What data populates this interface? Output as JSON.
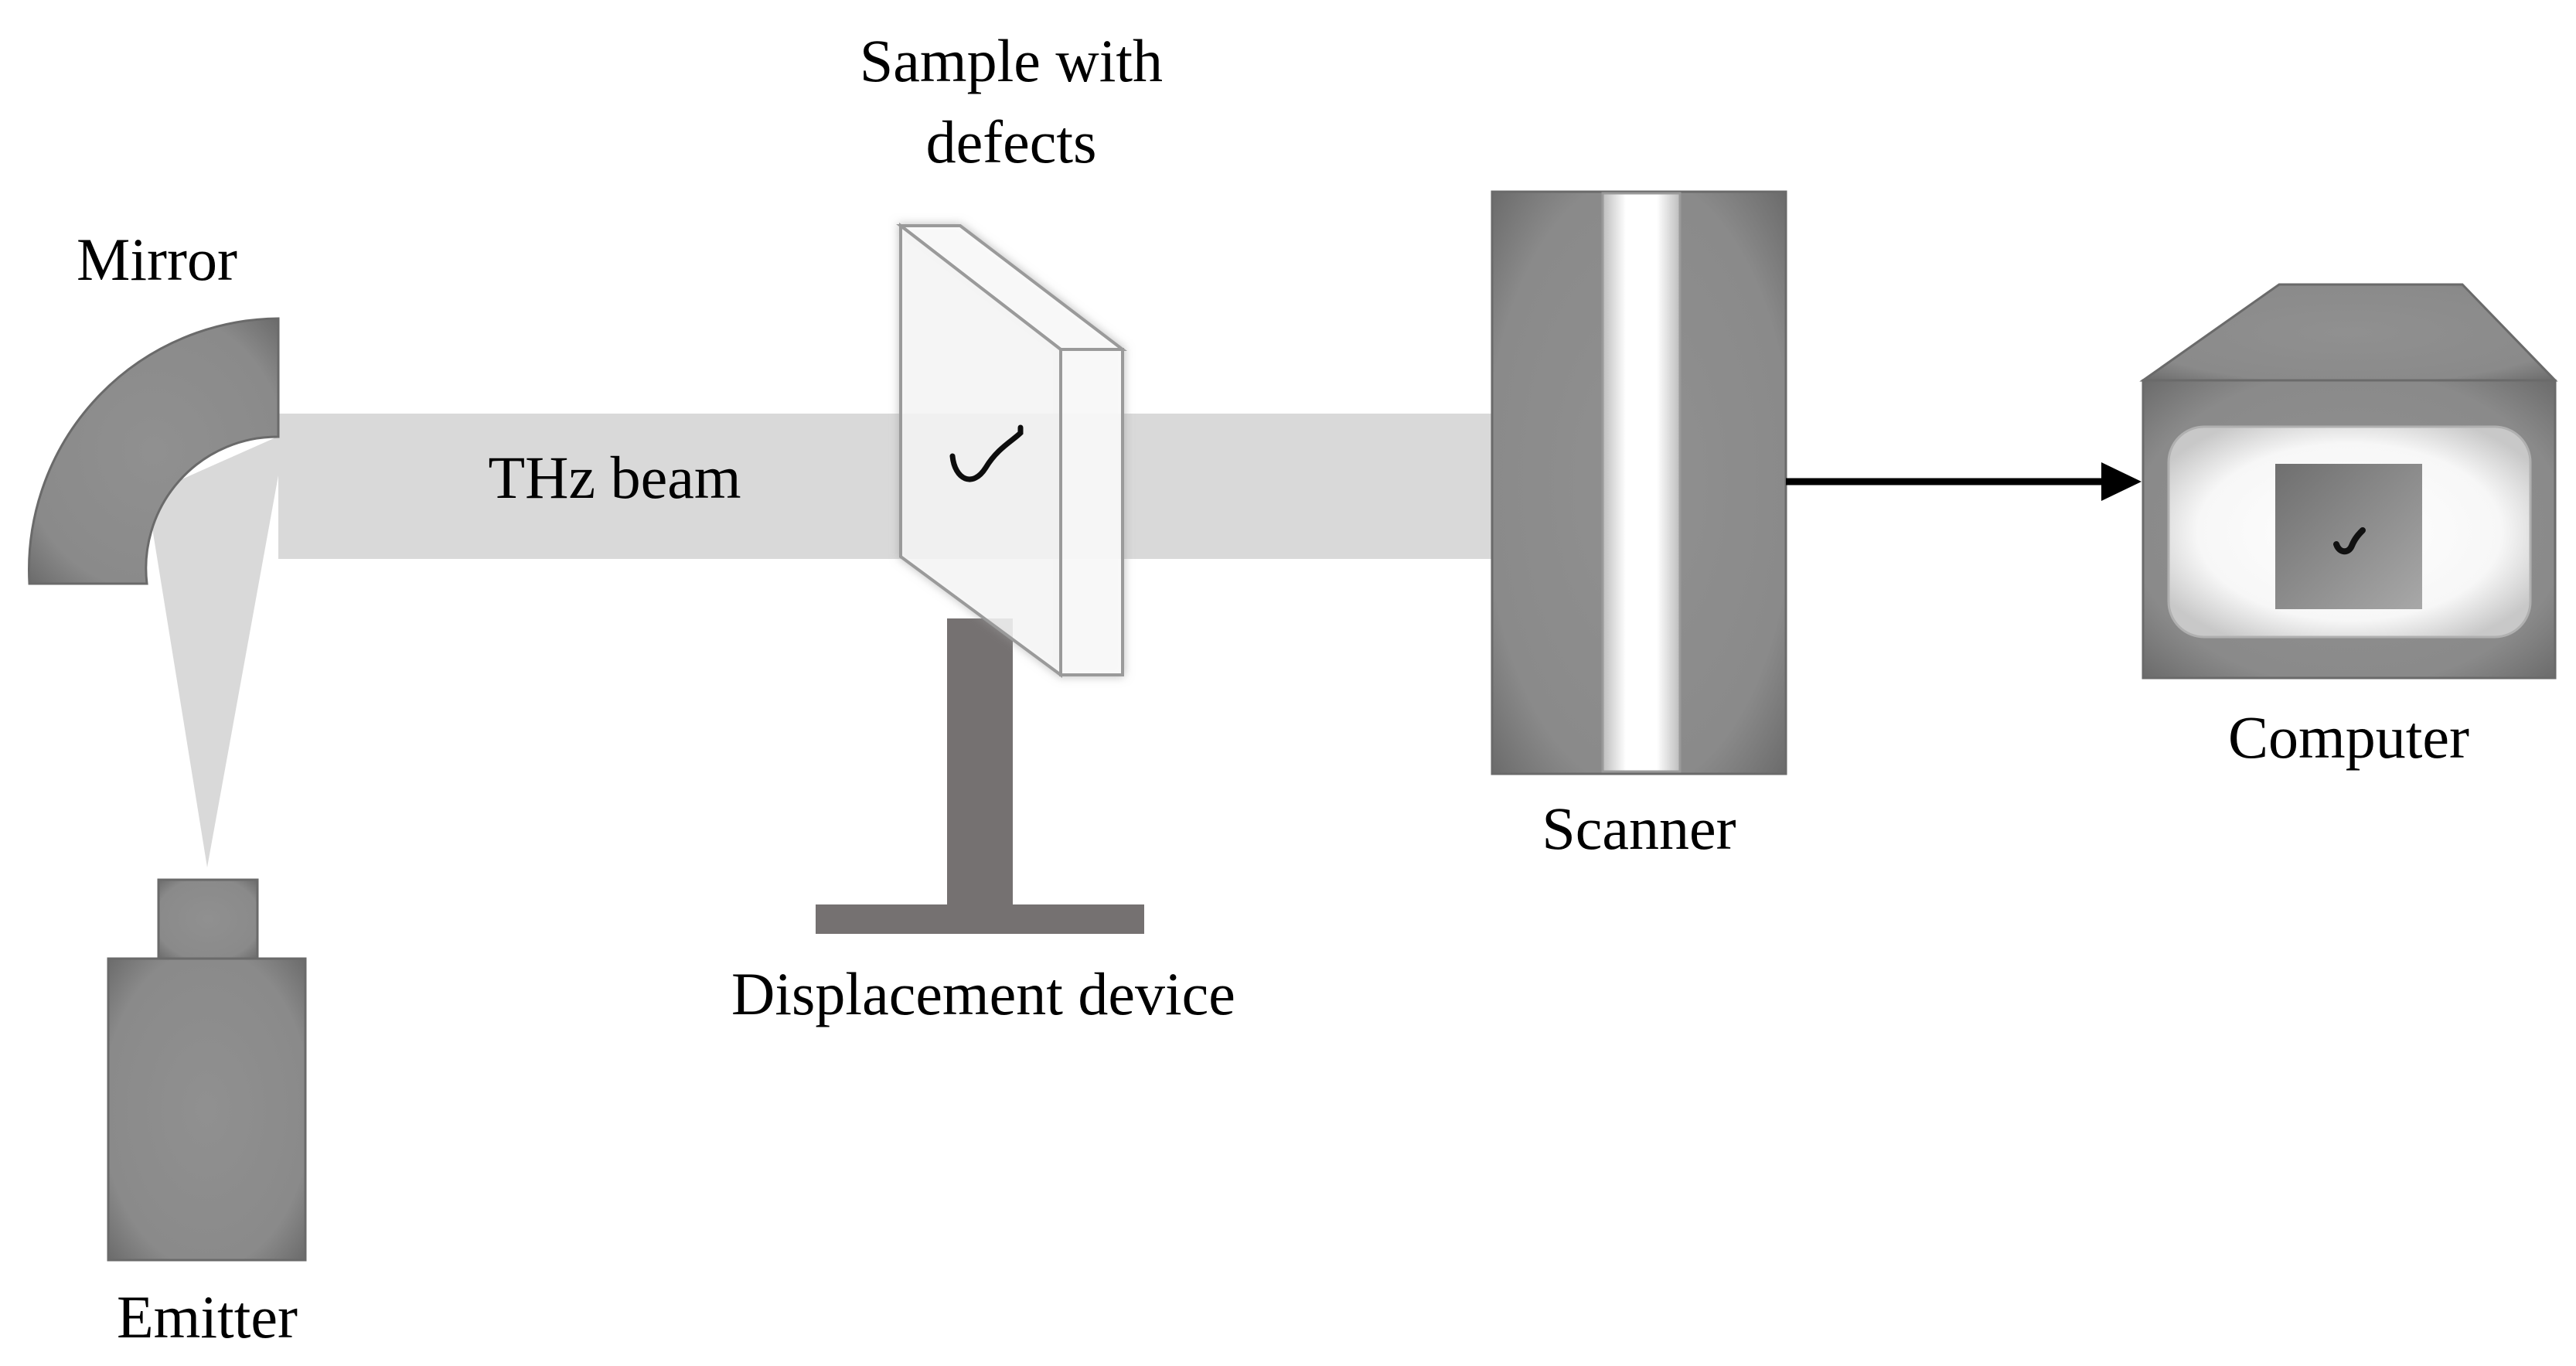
{
  "labels": {
    "mirror": "Mirror",
    "emitter": "Emitter",
    "beam": "THz beam",
    "sample_line1": "Sample with",
    "sample_line2": "defects",
    "displacement": "Displacement device",
    "scanner": "Scanner",
    "computer": "Computer"
  },
  "colors": {
    "device_gray": "#8c8c8c",
    "device_edge": "#6a6a6a",
    "beam": "#d9d9d9",
    "stand": "#757171",
    "arrow": "#000000"
  }
}
